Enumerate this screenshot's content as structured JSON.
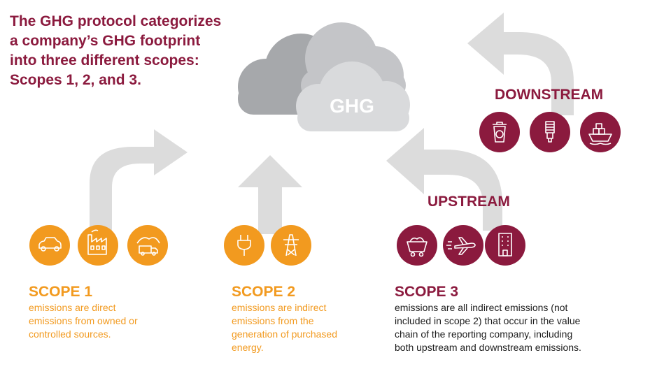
{
  "intro": {
    "lines": [
      "The GHG protocol categorizes",
      "a company’s GHG footprint",
      "into three different scopes:",
      "Scopes 1, 2, and 3."
    ]
  },
  "cloud": {
    "label": "GHG"
  },
  "downstream": {
    "label": "DOWNSTREAM",
    "icons": [
      "recycle-bin-icon",
      "light-bulb-icon",
      "cargo-ship-icon"
    ]
  },
  "upstream": {
    "label": "UPSTREAM",
    "icons": [
      "mining-cart-icon",
      "airplane-icon",
      "office-building-icon"
    ]
  },
  "scope1": {
    "title": "SCOPE 1",
    "lines": [
      "emissions are direct",
      "emissions from owned or",
      "controlled sources."
    ],
    "icons": [
      "car-icon",
      "factory-icon",
      "landfill-truck-icon"
    ]
  },
  "scope2": {
    "title": "SCOPE 2",
    "lines": [
      "emissions are indirect",
      "emissions from the",
      "generation of purchased",
      "energy."
    ],
    "icons": [
      "power-plug-icon",
      "transmission-tower-icon"
    ]
  },
  "scope3": {
    "title": "SCOPE 3",
    "lines": [
      "emissions are all indirect emissions (not",
      "included in scope 2) that occur in the value",
      "chain of the reporting company, including",
      "both upstream and downstream emissions."
    ]
  },
  "colors": {
    "orange": "#f29a1f",
    "maroon": "#8b1a3e",
    "arrow": "#dcdcdc",
    "cloud_dark": "#a6a8ab",
    "cloud_mid": "#c4c5c8",
    "cloud_light": "#d9dadc"
  }
}
